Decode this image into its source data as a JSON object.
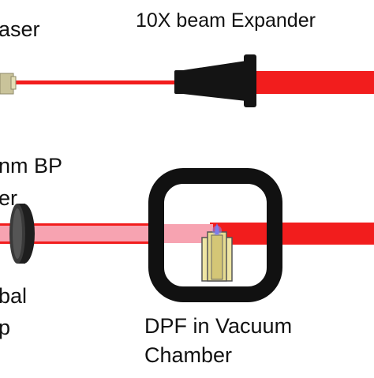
{
  "labels": {
    "laser": "aser",
    "beam_expander": "10X beam Expander",
    "bp_filter_line1": "nm BP",
    "bp_filter_line2": "er",
    "lens_line1": "bal",
    "lens_line2": "p",
    "dpf_line1": "DPF in Vacuum",
    "dpf_line2": "Chamber"
  },
  "colors": {
    "beam": "#f21d1d",
    "beam_dim": "#f7a3b1",
    "expander": "#141414",
    "chamber_frame": "#111111",
    "laser_body": "#c9c39a",
    "dpf_column": "#efe6a4",
    "plasma": "#6b6be6"
  }
}
